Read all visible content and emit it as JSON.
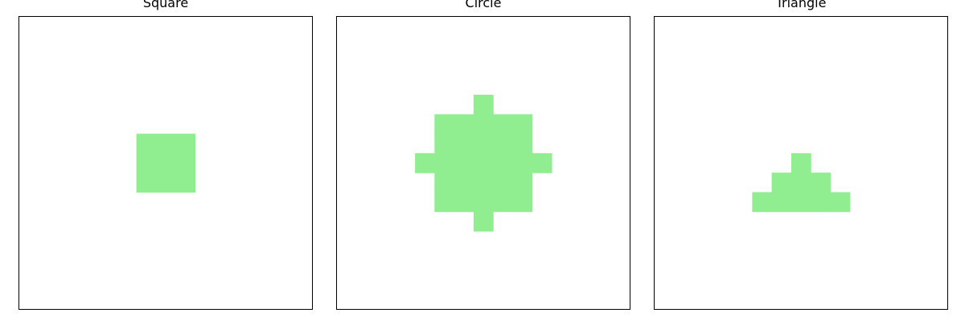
{
  "figure": {
    "panels": [
      {
        "title": "Square",
        "shape_name": "square-shape",
        "cells": [
          [
            6,
            6
          ],
          [
            7,
            6
          ],
          [
            8,
            6
          ],
          [
            6,
            7
          ],
          [
            7,
            7
          ],
          [
            8,
            7
          ],
          [
            6,
            8
          ],
          [
            7,
            8
          ],
          [
            8,
            8
          ]
        ]
      },
      {
        "title": "Circle",
        "shape_name": "circle-shape",
        "cells": [
          [
            7,
            4
          ],
          [
            5,
            5
          ],
          [
            6,
            5
          ],
          [
            7,
            5
          ],
          [
            8,
            5
          ],
          [
            9,
            5
          ],
          [
            5,
            6
          ],
          [
            6,
            6
          ],
          [
            7,
            6
          ],
          [
            8,
            6
          ],
          [
            9,
            6
          ],
          [
            4,
            7
          ],
          [
            5,
            7
          ],
          [
            6,
            7
          ],
          [
            7,
            7
          ],
          [
            8,
            7
          ],
          [
            9,
            7
          ],
          [
            10,
            7
          ],
          [
            5,
            8
          ],
          [
            6,
            8
          ],
          [
            7,
            8
          ],
          [
            8,
            8
          ],
          [
            9,
            8
          ],
          [
            5,
            9
          ],
          [
            6,
            9
          ],
          [
            7,
            9
          ],
          [
            8,
            9
          ],
          [
            9,
            9
          ],
          [
            7,
            10
          ]
        ]
      },
      {
        "title": "Triangle",
        "shape_name": "triangle-shape",
        "cells": [
          [
            7,
            7
          ],
          [
            6,
            8
          ],
          [
            7,
            8
          ],
          [
            8,
            8
          ],
          [
            5,
            9
          ],
          [
            6,
            9
          ],
          [
            7,
            9
          ],
          [
            8,
            9
          ],
          [
            9,
            9
          ]
        ]
      }
    ],
    "grid_size": 15,
    "fill_color": "#90ee90",
    "border_color": "#000000"
  }
}
